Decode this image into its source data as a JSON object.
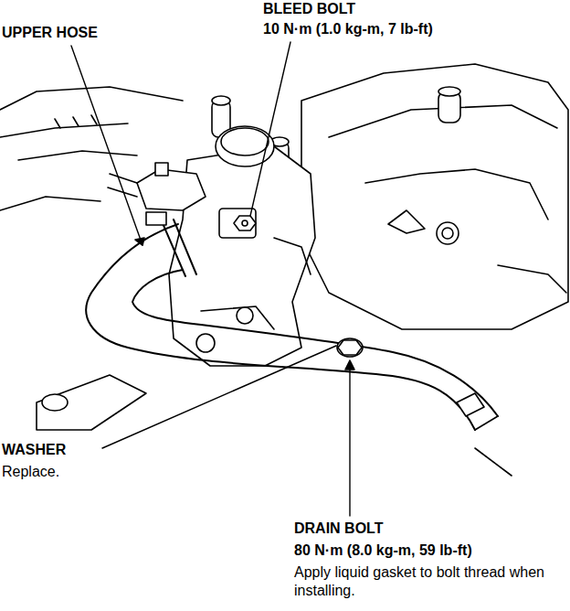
{
  "diagram": {
    "labels": [
      "BLEED BOLT",
      "10 N·m (1.0 kg-m, 7 lb-ft)",
      "UPPER HOSE",
      "WASHER",
      "Replace.",
      "DRAIN BOLT",
      "80 N·m (8.0 kg-m, 59 lb-ft)",
      "Apply liquid gasket to bolt thread when installing."
    ]
  }
}
